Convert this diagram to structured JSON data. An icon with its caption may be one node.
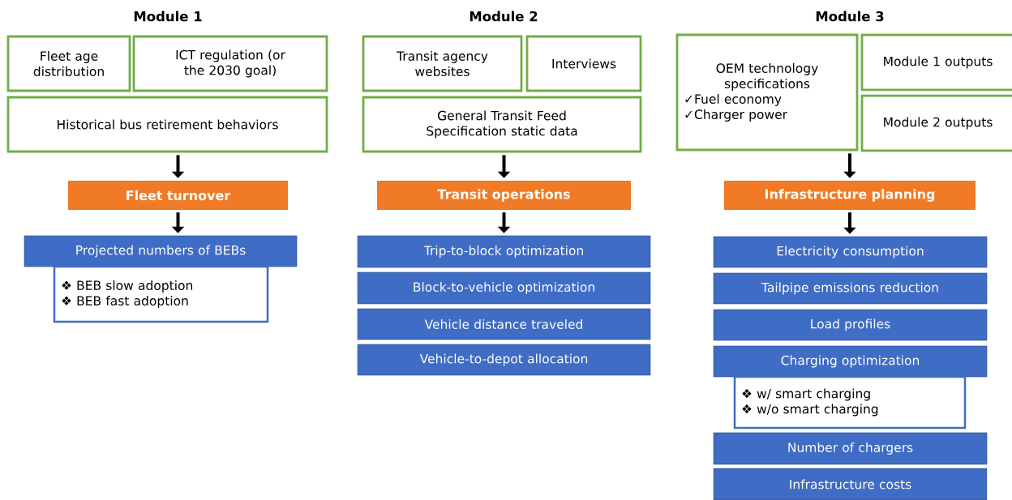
{
  "diagram": {
    "nodes": [
      {
        "text": [
          "Fleet age distribution"
        ]
      },
      {
        "text": [
          "ICT regulation (or the 2030 goal)"
        ]
      },
      {
        "text": [
          "Historical bus retirement behaviors"
        ]
      },
      {
        "text": [
          "Fleet turnover"
        ]
      },
      {
        "text": [
          "Projected numbers of BEBs"
        ]
      },
      {
        "text": [
          "❖ BEB slow adoption",
          "❖ BEB fast adoption"
        ]
      },
      {
        "text": [
          "Transit agency websites"
        ]
      },
      {
        "text": [
          "Interviews"
        ]
      },
      {
        "text": [
          "General Transit Feed Specification static data"
        ]
      },
      {
        "text": [
          "Transit operations"
        ]
      },
      {
        "text": [
          "Trip-to-block optimization"
        ]
      },
      {
        "text": [
          "Block-to-vehicle optimization"
        ]
      },
      {
        "text": [
          "Vehicle distance traveled"
        ]
      },
      {
        "text": [
          "Vehicle-to-depot allocation"
        ]
      },
      {
        "text": [
          "OEM technology specifications",
          "✓Fuel economy",
          "✓Charger power"
        ]
      },
      {
        "text": [
          "Module 1 outputs"
        ]
      },
      {
        "text": [
          "Module 2 outputs"
        ]
      },
      {
        "text": [
          "Infrastructure planning"
        ]
      },
      {
        "text": [
          "Electricity consumption"
        ]
      },
      {
        "text": [
          "Tailpipe emissions reduction"
        ]
      },
      {
        "text": [
          "Load profiles"
        ]
      },
      {
        "text": [
          "Charging optimization"
        ]
      },
      {
        "text": [
          "❖ w/ smart charging",
          "❖ w/o smart charging"
        ]
      },
      {
        "text": [
          "Number of chargers"
        ]
      },
      {
        "text": [
          "Infrastructure costs"
        ]
      }
    ],
    "edges": [
      {
        "from": 2,
        "to": 3,
        "arrow": "to"
      },
      {
        "from": 3,
        "to": 4,
        "arrow": "to"
      },
      {
        "from": 8,
        "to": 9,
        "arrow": "to"
      },
      {
        "from": 9,
        "to": 10,
        "arrow": "to"
      },
      {
        "from": 14,
        "to": 17,
        "arrow": "to"
      },
      {
        "from": 17,
        "to": 18,
        "arrow": "to"
      }
    ],
    "labels": [
      "Module 1",
      "Module 2",
      "Module 3"
    ]
  }
}
